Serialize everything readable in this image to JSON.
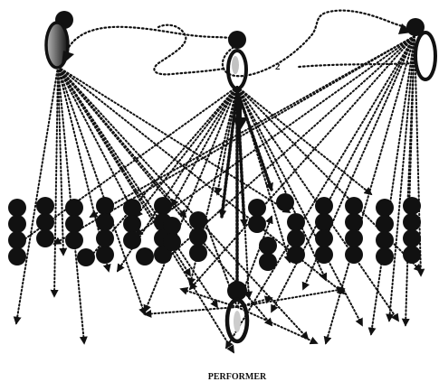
{
  "labels": {
    "performer": "PERFORMER",
    "number": "2"
  },
  "colors": {
    "ink": "#111111",
    "background": "#ffffff",
    "shade": "#bbbbbb"
  },
  "figures": {
    "top": [
      "figure-left",
      "figure-center",
      "figure-right"
    ],
    "bottom": [
      "figure-performer"
    ],
    "crowd_columns": 12
  },
  "arrows": {
    "style": "dotted",
    "center_down_arrow": "solid"
  }
}
